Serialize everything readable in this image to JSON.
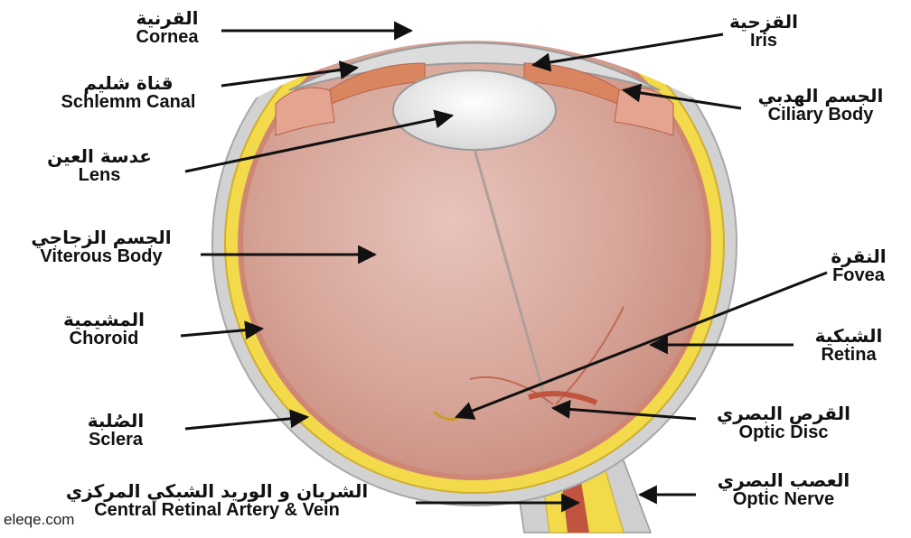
{
  "labels": {
    "cornea": {
      "ar": "القرنية",
      "en": "Cornea"
    },
    "schlemm": {
      "ar": "قناة شليم",
      "en": "Schlemm Canal"
    },
    "lens": {
      "ar": "عدسة العين",
      "en": "Lens"
    },
    "vitreous": {
      "ar": "الجسم الزجاجي",
      "en": "Viterous Body"
    },
    "choroid": {
      "ar": "المشيمية",
      "en": "Choroid"
    },
    "sclera": {
      "ar": "الصُلبة",
      "en": "Sclera"
    },
    "artery": {
      "ar": "الشريان و الوريد الشبكي المركزي",
      "en": "Central Retinal Artery & Vein"
    },
    "iris": {
      "ar": "القزحية",
      "en": "Iris"
    },
    "ciliary": {
      "ar": "الجسم الهدبي",
      "en": "Ciliary Body"
    },
    "fovea": {
      "ar": "النقرة",
      "en": "Fovea"
    },
    "retina": {
      "ar": "الشبكية",
      "en": "Retina"
    },
    "disc": {
      "ar": "القرص البصري",
      "en": "Optic Disc"
    },
    "nerve": {
      "ar": "العصب البصري",
      "en": "Optic Nerve"
    }
  },
  "watermark": "eleqe.com",
  "colors": {
    "sclera": "#d2d2d2",
    "yellow": "#f2da4a",
    "choroid": "#cf8775",
    "vitreous": "#dcaea3",
    "iris": "#d98660",
    "arrow": "#111111"
  }
}
